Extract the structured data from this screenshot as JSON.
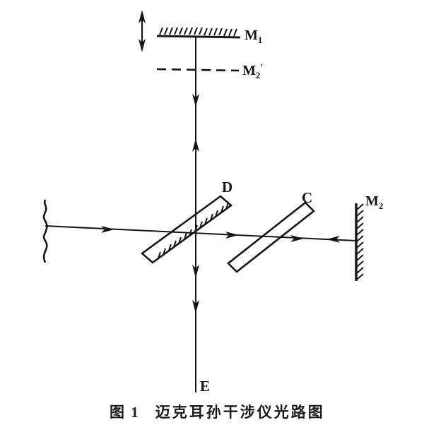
{
  "figure": {
    "caption_prefix": "图 1",
    "caption_title": "迈克耳孙干涉仪光路图"
  },
  "labels": {
    "mirror1_base": "M",
    "mirror1_sub": "1",
    "virtual_mirror_base": "M",
    "virtual_mirror_sub": "2",
    "virtual_mirror_prime": "′",
    "beam_splitter": "D",
    "compensator": "C",
    "mirror2_base": "M",
    "mirror2_sub": "2",
    "exit_beam": "E"
  },
  "colors": {
    "ink": "#161616",
    "paper": "#ffffff"
  }
}
